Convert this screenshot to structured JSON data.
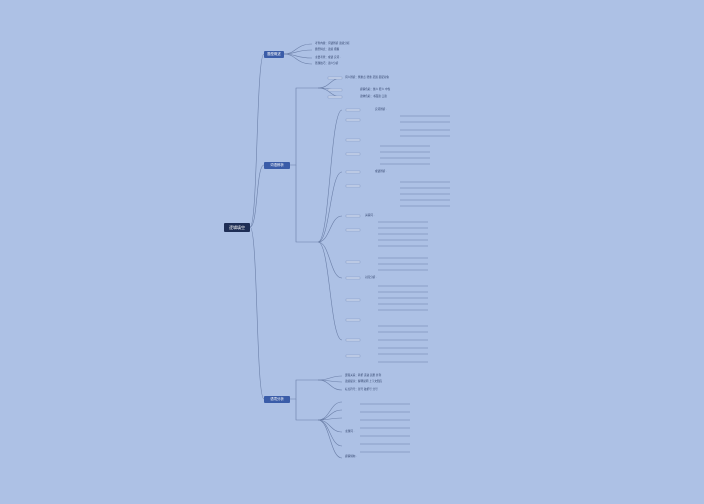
{
  "root": "逻辑填空",
  "branches": [
    {
      "label": "题型概述",
      "children": [
        "考查内容：词语辨析 语境分析",
        "题型特点：语境 把握",
        "主要考查：成语 实词 ·",
        "答题技巧：语义分析"
      ]
    },
    {
      "label": "词语辨析",
      "children": [
        "词义辨析：侧重点 轻重 范围 搭配对象",
        "感情色彩：褒义 贬义 中性",
        "语体色彩：书面语 口语",
        "实词辨析 ·",
        "成语辨析 ·",
        "关联词 ·",
        "对应分析 ·"
      ]
    },
    {
      "label": "语境分析",
      "children": [
        "逻辑关系：转折 递进 因果 并列",
        "语境提示：解释说明 上下文照应",
        "标点符号：冒号 破折号 分号",
        "主题词 ·",
        "感情倾向 ·"
      ]
    }
  ]
}
